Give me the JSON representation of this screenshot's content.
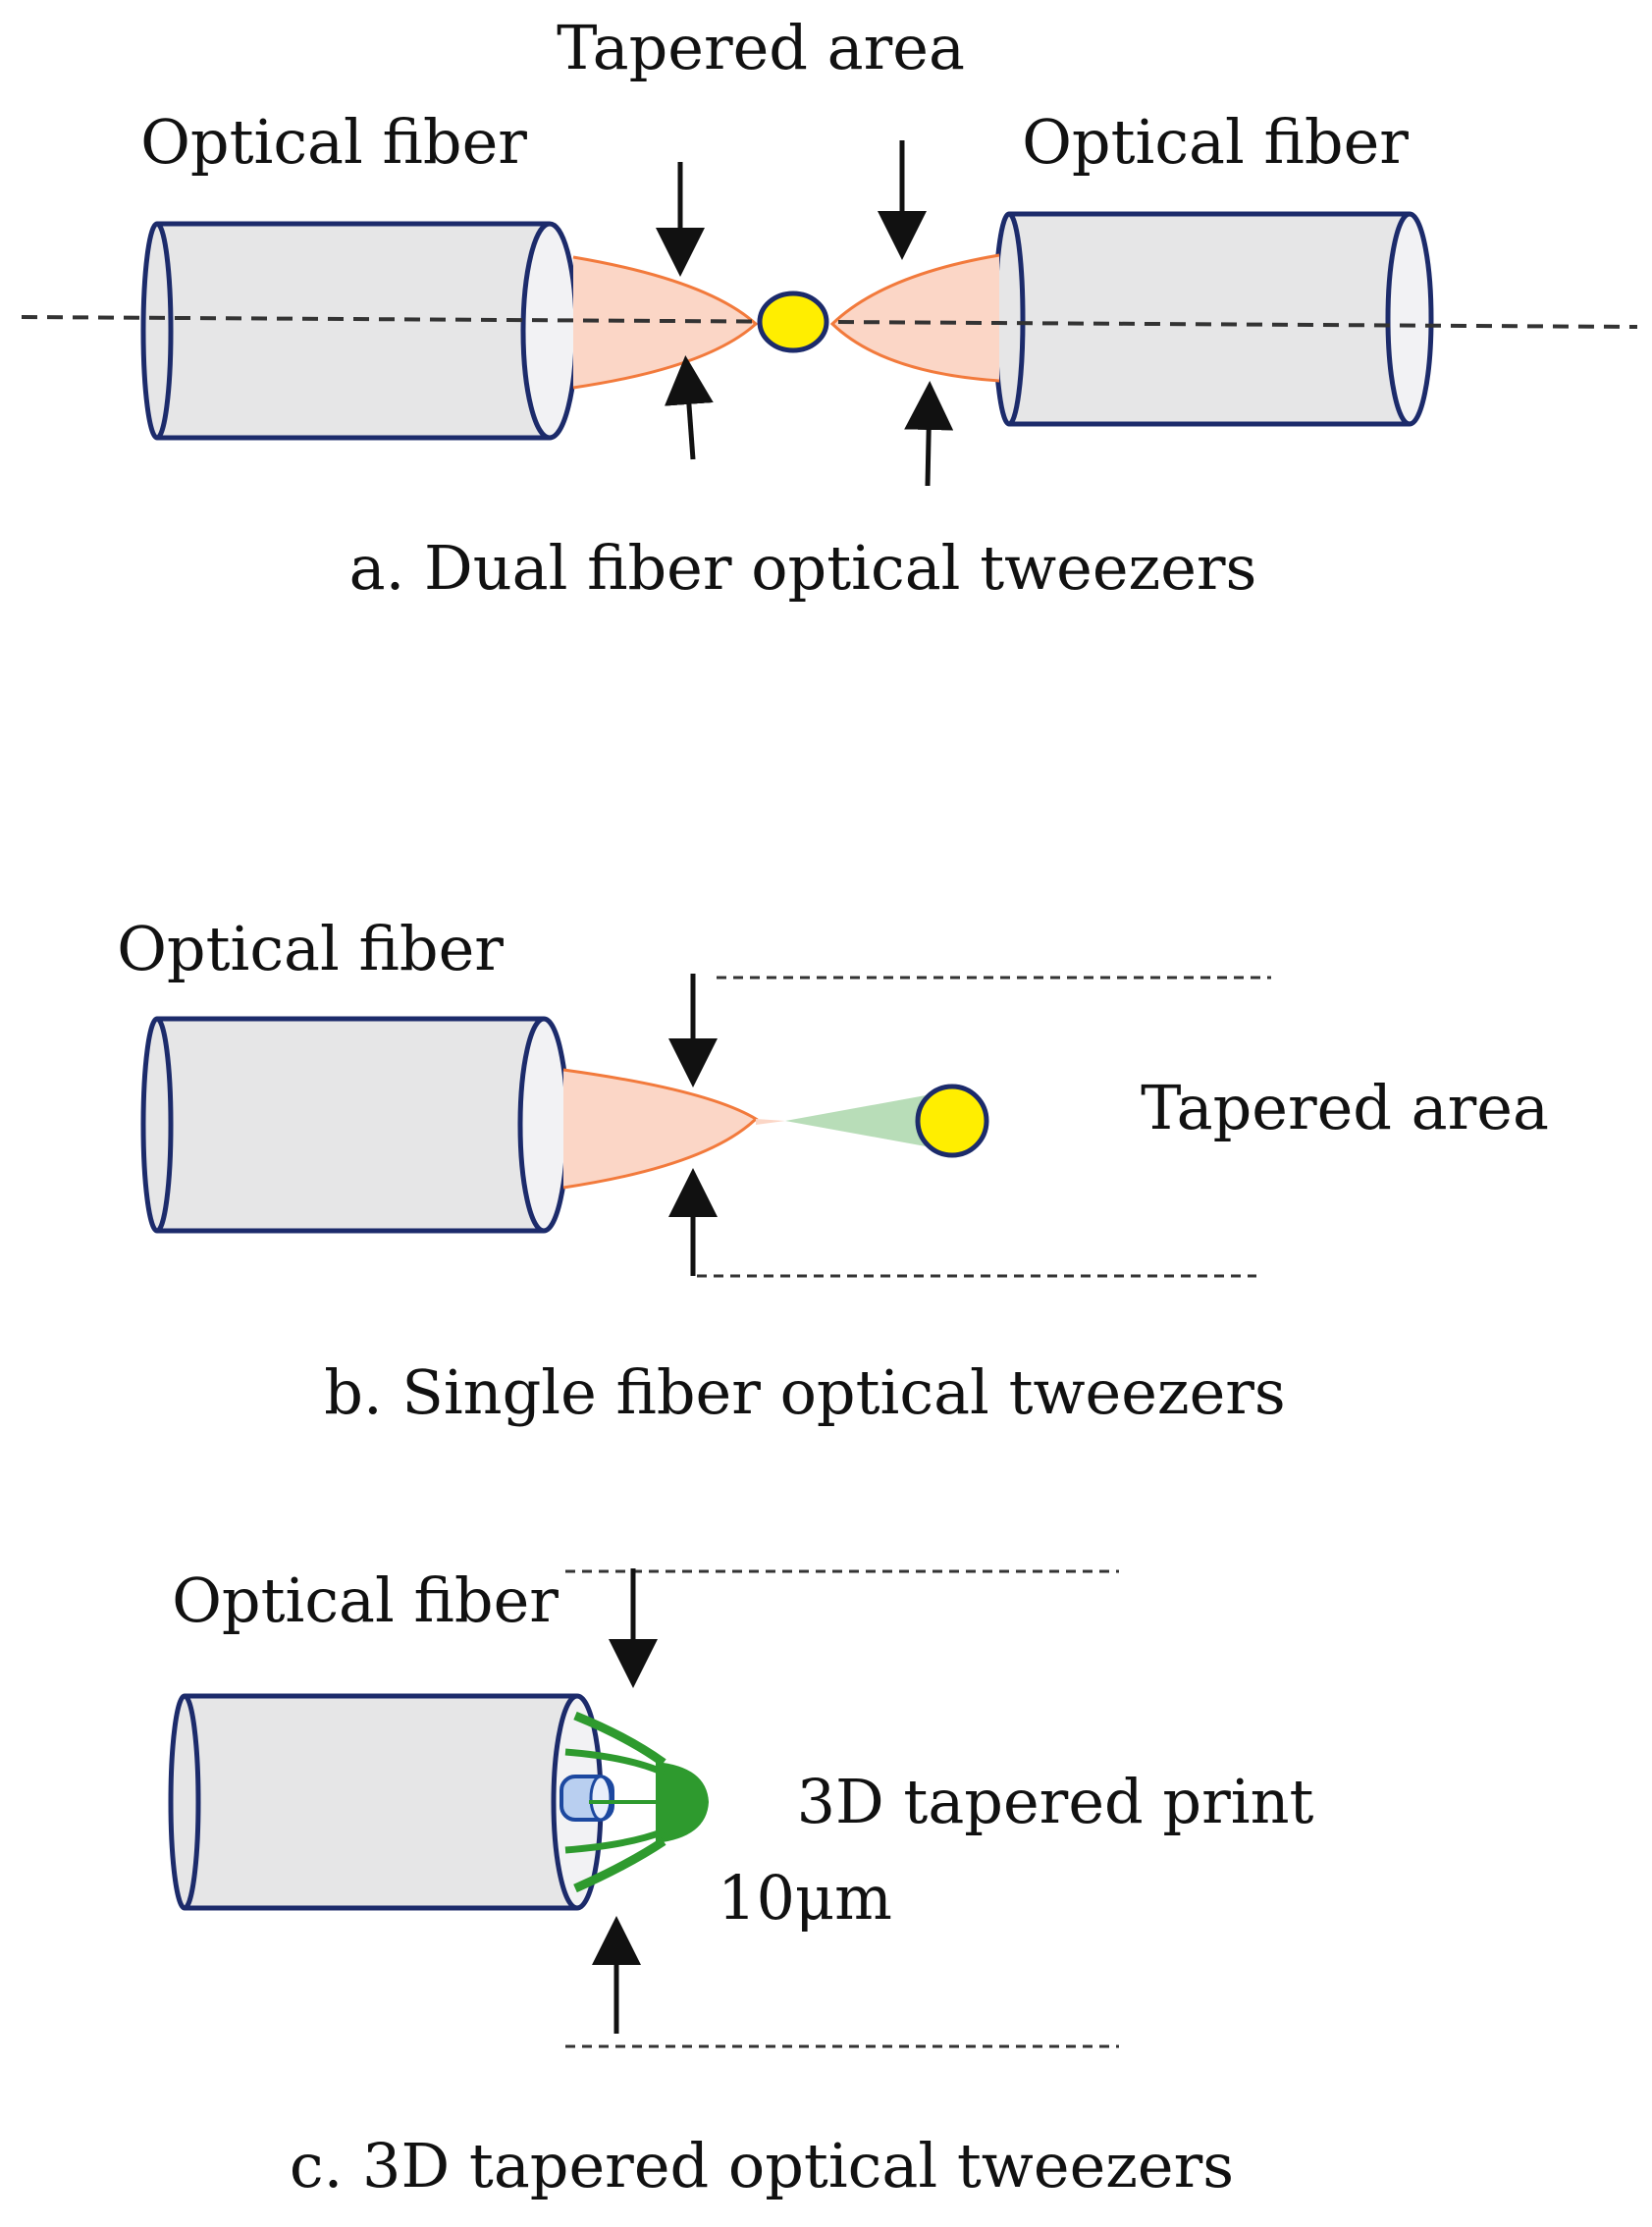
{
  "colors": {
    "fiber_fill": "#e6e6e7",
    "fiber_stroke": "#1c2b6b",
    "beam_fill": "#fbd6c6",
    "beam_stroke": "#f27a3c",
    "particle_fill": "#ffee00",
    "particle_stroke": "#1c2b6b",
    "focus_fill": "#b8ddb8",
    "print_green": "#2e9a2e",
    "lens_blue": "#b9cff0",
    "arrow": "#111111",
    "dash": "#333333"
  },
  "panel_a": {
    "tapered_label": "Tapered area",
    "fiber_left_label": "Optical fiber",
    "fiber_right_label": "Optical fiber",
    "caption": "a. Dual fiber optical tweezers"
  },
  "panel_b": {
    "fiber_label": "Optical fiber",
    "tapered_label": "Tapered area",
    "caption": "b. Single fiber optical tweezers"
  },
  "panel_c": {
    "fiber_label": "Optical fiber",
    "print_label": "3D tapered print",
    "scale_label": "10μm",
    "caption": "c. 3D tapered optical tweezers"
  }
}
